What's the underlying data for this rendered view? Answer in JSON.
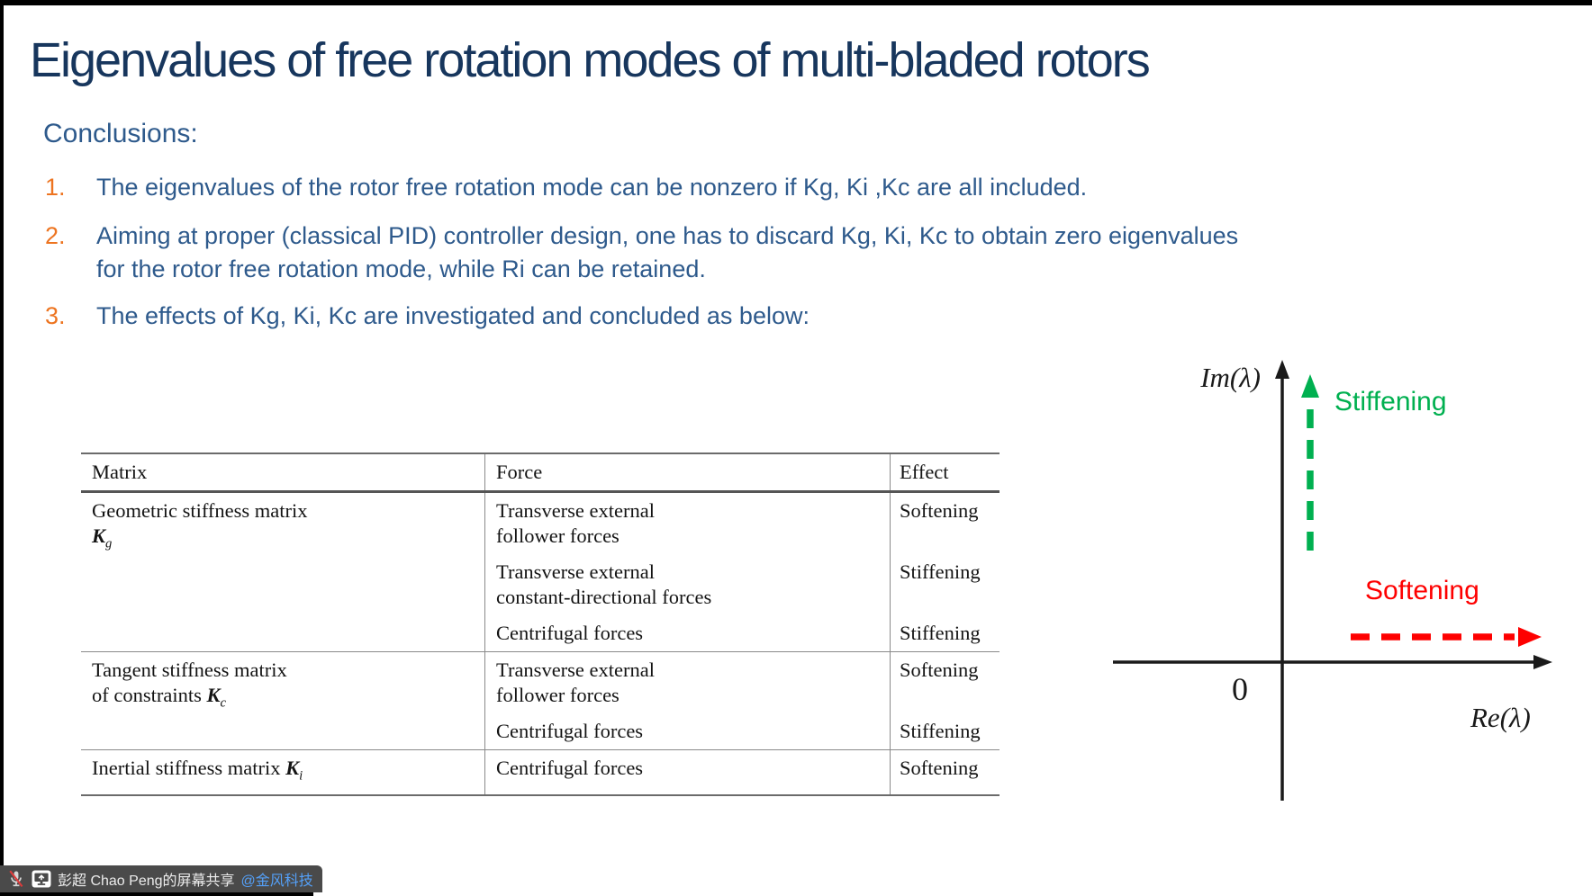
{
  "slide": {
    "title": "Eigenvalues of free rotation modes of multi-bladed rotors",
    "conclusions_heading": "Conclusions:",
    "list_items": [
      {
        "number": "1.",
        "text": "The eigenvalues of the rotor free rotation mode can be nonzero if Kg, Ki ,Kc are all included."
      },
      {
        "number": "2.",
        "text": "Aiming at proper (classical PID) controller design, one has to discard Kg, Ki, Kc to obtain zero eigenvalues for the rotor free rotation mode, while Ri can be retained."
      },
      {
        "number": "3.",
        "text": "The effects of Kg, Ki, Kc are investigated and concluded as below:"
      }
    ],
    "colors": {
      "title": "#17365d",
      "body": "#2e5a8c",
      "number": "#ed7420"
    }
  },
  "table": {
    "headers": [
      "Matrix",
      "Force",
      "Effect"
    ],
    "groups": [
      {
        "matrix_lines": [
          [
            {
              "t": "Geometric stiffness matrix"
            }
          ],
          [
            {
              "sym": "K",
              "sub": "g"
            }
          ]
        ],
        "rows": [
          {
            "force_lines": [
              "Transverse external",
              "follower forces"
            ],
            "effect": "Softening"
          },
          {
            "force_lines": [
              "Transverse external",
              "constant-directional forces"
            ],
            "effect": "Stiffening"
          },
          {
            "force_lines": [
              "Centrifugal forces"
            ],
            "effect": "Stiffening"
          }
        ]
      },
      {
        "matrix_lines": [
          [
            {
              "t": "Tangent stiffness matrix"
            }
          ],
          [
            {
              "t": "of constraints "
            },
            {
              "sym": "K",
              "sub": "c"
            }
          ]
        ],
        "rows": [
          {
            "force_lines": [
              "Transverse external",
              "follower forces"
            ],
            "effect": "Softening"
          },
          {
            "force_lines": [
              "Centrifugal forces"
            ],
            "effect": "Stiffening"
          }
        ]
      },
      {
        "matrix_lines": [
          [
            {
              "t": "Inertial stiffness matrix "
            },
            {
              "sym": "K",
              "sub": "i"
            }
          ]
        ],
        "rows": [
          {
            "force_lines": [
              "Centrifugal forces"
            ],
            "effect": "Softening"
          }
        ]
      }
    ]
  },
  "chart_data": {
    "type": "diagram-axes",
    "title": "Complex eigenvalue plane",
    "x_axis_label": "Re(λ)",
    "y_axis_label": "Im(λ)",
    "origin_label": "0",
    "annotations": [
      {
        "label": "Stiffening",
        "direction": "up",
        "style": "dashed-arrow",
        "color": "#00b050"
      },
      {
        "label": "Softening",
        "direction": "right",
        "style": "dashed-arrow",
        "color": "#fe0000"
      }
    ],
    "axis_color": "#1a1a1a"
  },
  "share_bar": {
    "presenter_text": "彭超 Chao Peng的屏幕共享",
    "mention": "@金风科技",
    "colors": {
      "bar_bg": "#4a4a4a",
      "text": "#ececec",
      "mention": "#54a0f8",
      "mute_slash": "#dd3b3b",
      "icon": "#d6d6d6"
    }
  }
}
